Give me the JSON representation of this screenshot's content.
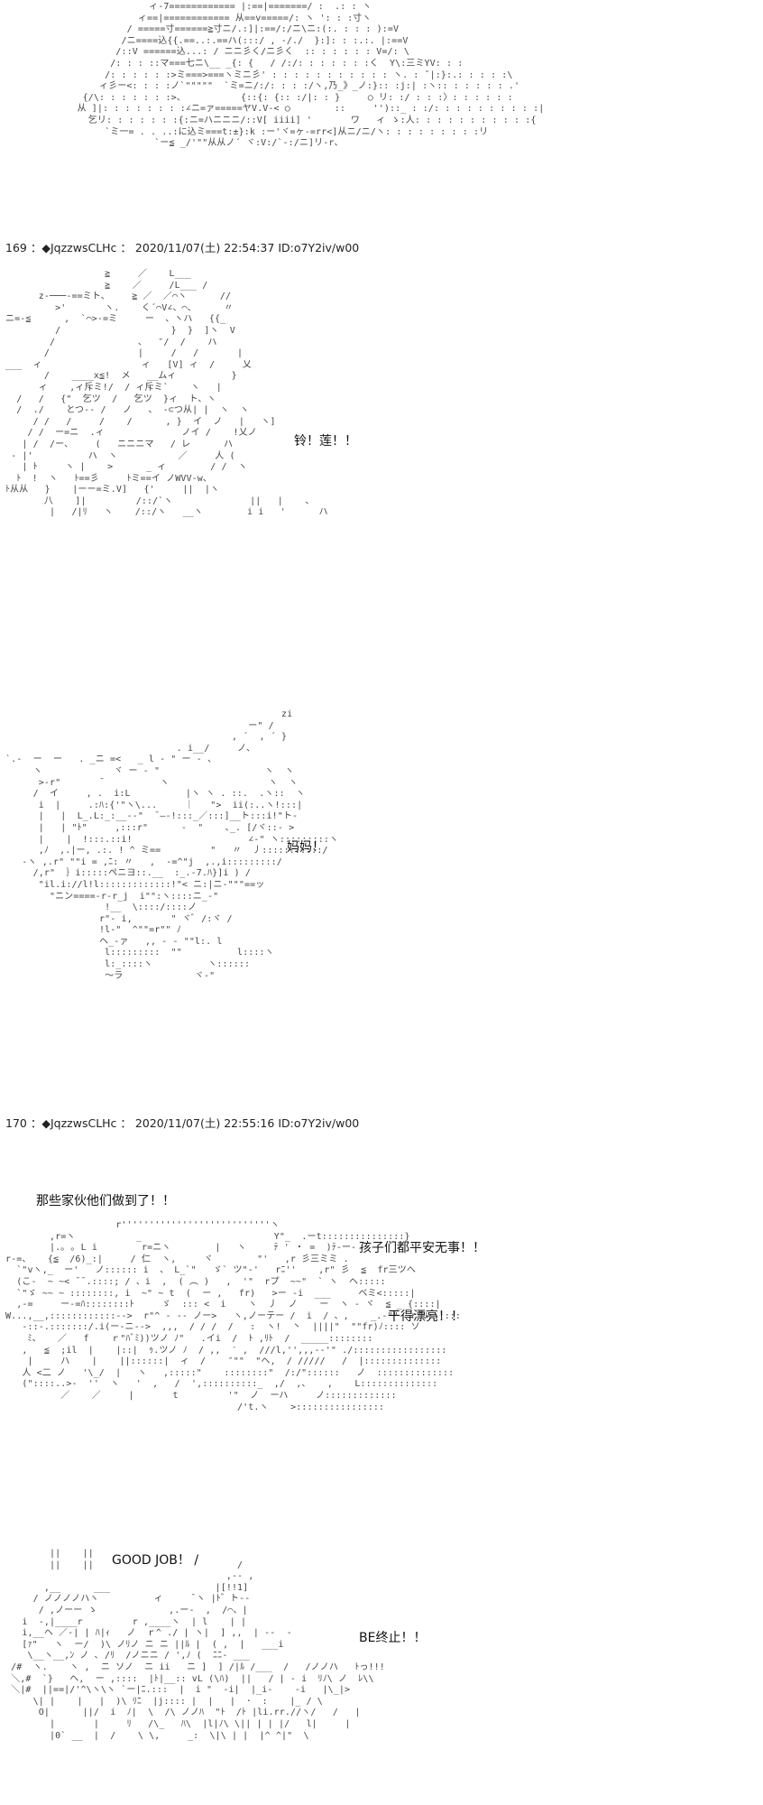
{
  "posts": [
    {
      "number": "169",
      "separator": "：",
      "marker": "◆",
      "trip": "JqzzwsCLHc",
      "sep2": "：",
      "datetime": "2020/11/07(土) 22:54:37",
      "id": "ID:o7Y2iv/w00"
    },
    {
      "number": "170",
      "separator": "：",
      "marker": "◆",
      "trip": "JqzzwsCLHc",
      "sep2": "：",
      "datetime": "2020/11/07(土) 22:55:16",
      "id": "ID:o7Y2iv/w00"
    }
  ],
  "dialogue": {
    "ling_lian": "铃！莲！！",
    "mama": "妈妈！",
    "they_did_it": "那些家伙他们做到了！！",
    "kids_safe": "孩子们都平安无事！！",
    "well_done": "干得漂亮！！",
    "good_job": "GOOD JOB！ /",
    "be_end": "BE终止！！"
  },
  "art": {
    "top": "                          ィ-7============ |:==|=======/ :  .: : ヽ\n                        ィ==|============ 从==v=====/: ヽ ': : :寸ヽ\n                      / =====寸======≧寸ニ/.:]|:==/:/ニ\\ニ:(:. : : : ):=V\n                     /ニ====込{{.==..:.==ハ(:::/ , -/./  }:]: : :.:. |:==V\n                    /::V ======込...: / ニニ彡く/ニ彡く  :: : : : : : V=/: \\\n                   /: : : ::マ===七ニ\\__ _{: {   / /:/: : : : : : :く  Y\\:三ミYV: : :\n                  /: : : : : :>ミ===>===ヽミニ彡' : : : : : : : : : : : ヽ. : ˘|:}:.: : : : :\\\n                 ィ彡ー<: : : :ノ`\"\"\"\"\"  `ミ=ニ/:/: : : :/ヽ,乃_》_ノ:}:: :j:| :ヽ:: : : : : : .'\n              {/\\: : : : : : :>、          {::{: {:: :/|: : }     ○ リ: :/ : : :〉: : : : : :\n             从 ]|: : : : : : : :∠ニ=ァ=====ヤV.V-< ○        ::     '')::_ : :/: : : : : : : : : :|\n               乞リ: : : : : : :{:ニ=ハニニニ/::V[ iiii] '       ワ   ィ ゝ:人: : : : : : : : : : :{\n                  `ミ一= . . ..:に込ミ===t:±}:k :ー'ヾ=ヶ-=rr<]从ニ/ニ/ヽ: : : : : : : : :リ\n                           `ー≦ _/'\"\"从从ノ´ ヾ:V:/`-:/ニ]リ-r、",
    "figure1": "                  ≧     ／    L___\n                  ≧    ／     /L___ /\n      z-───-==ミト、    ≧ ／  ／⌒ヽ      //\n         >'       ヽ.    く´⌒V∠、⌒、     〃\nニ=-≦      ,  `⌒>-=ミ     ー  、ヽハ   {{_\n         /                    }  }  ]ヽ  V\n        /               、  ″/  /    ハ\n       /                |     /   /       |\n___  ィ                  ィ   [V] ィ  /     乂\n       /    ____x≦!  メ   __ムィ          }\n      ィ    ,ィ斥ミ!/  / ィ斥ミ`    ヽ   |\n  /   /   {\"  乞ツ  /   乞ツ  }ィ  ト、ヽ\n  /  ./    とつ-- /   ノ   、 -⊂つ从| |  ヽ  ヽ\n     / /   /     /    /      , }  イ  ノ   |   ヽ]\n    / /  ー=ニ  .ィ              ノイ /    !乂ノ\n   | /  /ー、    (   ニニニマ   / レ      ハ\n - |'          ハ  ヽ           ／     人 (\n   | ﾄ     ヽ |    >      _ ィ        / /  ヽ\n  ﾄ  !  ヽ   ﾄ==彡     ﾄミ==イ ノWVV-w、\nﾄ从从   }    |ーー=ミ.V]   {'     ||  |ヽ\n       八    ]|         /::/`ヽ              ||   |    、\n        |   /|ﾘ   ヽ    /::/ヽ   __ヽ        i i   '      ハ",
    "figure2": "                                                  zi\n                                            ー\" /\n                                         , ´  , ´ }\n                               . i__/     ノ、\n`.‐  ー  ー   . _ニ =<   _ l - \" ー ‐ 、\n     ヽ             ヾ ー ‐ \"                   ヽ  ヽ\n      >-r\"       ̄           ヽ                  ヽ  ヽ\n     /  イ     , .  i:L          |ヽ ヽ . ::.  .ヽ::  ヽ\n      i  |     .:ﾊ:{'\"ヽ\\...     ｜   \">  ii(:..ヽ!:::|\n      |   |  L_.L:_:__‐‐\"  ̄ ―‐!:::_／:::]__ト:::i!\"ト-\n      |   | \"ﾄ\"     ,:::r\"      ‐  \"    ､_. [/ヾ::‐ >\n      |    |  !:::.::i!                     ∠-\" ヽ:::::::::ヽ\n      ,ﾉ  ,.|ー, .:. ! ^ ミ==         \"   〃  丿:::::::::::/\n   -ヽ ,.r\" \"\"i = ,ﾆ: 〃   ,  -=^\"j  ,.,i:::::::::/\n     /,r\"  ｝i:::::ぺニヨ::.__  :_.-7.ﾊ}]i ) /\n      \"il.i://l!l:::::::::::::!\"< ニ:|ニ-\"\"\"==ッ\n        \"ニン====-r-r_j  i\"\":ヽ::::ニ_-\"\n                  !__  \\::::/::::ノ\n                 r\"- i,       \" ヾﾞ /:ヾ /\n                 !l-\"  ^\"\"=r\"\" ﾉ\n                 ヘ_-ァ   ,, - - \"\"l:. l\n                  l:::::::::  \"\"          l::::ヽ\n                  l:_::::ヽ          ヽ::::::\n                  〜ラ             ヾ-\"",
    "figure3": "                    r'''''''''''''''''''''''''''ヽ\n        ,r=ヽ           _                        Y\"_  .ーt:::::::::::::::}\n        |.｡ ｡ L i        r=ニヽ        |   ヽ     ﾃ ' ・ =  )ﾃ-ー-\nr-=、   {≦  /6)_:|     / 仁  ヽ,     ヾ        \"'   ,r 彡三ミミ .\n  `\"vヽ,_  ー'   ノ:::::: i  、 L_`\"   ゞ` ツ\"-'   rﾆ''    ,r\" 彡  ≦  fr三ツへ\n  (こ-  ~ ~< ̄ ̄ .::::; / 、i  ,  ( ︵ )   ,  '\"  rプ  ~~\"  ` ヽ  ヘ:::::\n  `\"ゞ ~~ ~ ::::::::, i  ~\" ~ t  (  ー ,   fr)   >ー -i  ___     ベミ<:::::|\n  ,-=     ー-=ﾊ::::::::ﾄ     ゞ  ::: <  i    ヽ  丿  ノ    ー  ヽ - ヾ  ≦ _ {::::|\nW...,__,::::::::::::-->  r\"^ ‐ -- ノー>   ヽ,ノーテー /  i  / 、,    _.-\"\"  ｒﾕﾘ::::::\n   ‐::-.:::::::/.i(ー‐ニ-->  ,,,  / / /  /   :  ヽ!  丶  ||||\"  \"\"fr)ﾉ:::: ソ\n    ﾐ、   ／   f    ｒ\"ﾊﾞﾐ))ツノ ﾉ\"   .イi  /  ﾄ ,ﾘﾄ  /  _____::::::::\n   ,   ≦  ;il  |    |::|  ｩ.ツノ ﾉ  / ,,  ′ ,  ///l,'',,,--'\" ./:::::::::::::::::\n    |     ハ    |    ||::::::|  ィ  /    ″\"\"  \"ヘ,  / /////   /  |::::::::::::::\n   人 <二 ノ   '\\_/  |   ヽ   ,:::::\"    ::::::::\"  /:/\"::::::   ノ  ::::::::::::::\n   (\"::::..>-  ''  ヽ   '  ,   /  ',::::::::::_  ,/  ,、   ,    L::::::::::::::\n          ／    ／     |       t         '\"  ノ  ーハ     ノ:::::::::::::\n                                          /'t.ヽ    >::::::::::::::::",
    "figure4": "        ||    ||\n        ||    ||                          /\n                                        ,-- ,\n       ,__      ___                   |[!!1]\n     / ノノノノハヽ          ィ     ̄ ヽ |ﾄ゛ト‐‐\n      / ,ノーー ゝ             ,.ー‐  ,  /⌒、|\n   i  -,|____r         r ,____ヽ  | l    | |\n   i,__ヘ ／-| | ﾊ|ｨ   ノ  ｒ^ ./ | ヽ|  ] ,,  | -‐  -\n   [ｧ\"   ヽ  ー/  )\\ ノﾘノ ニ ニ ||ﾙ |  ( ,  |   ___i\n    \\__ヽ__,ﾝ ノ ､ /ﾘ  /ノニニ / ',ﾉ (  ﾆﾆ- ___\n /#  ヽ.    ヽ ,  ニ ソノ  ニ ii   ニ ]  ] /|ﾙ /___  /   /ノノハ   ﾄっ!!!\n ＼,#  `}   ヘ,  ー ,::::  |ﾄ|__:: vL (\\ﾊ)  ||   / | ‐ i  ﾘﾉ\\ ノ  ﾚ\\\\\n ＼|#  ||==|/'^\\ヽ\\ヽ `ー|ﾆ.:::  |  i \"  -i|  |_i-    ‐i   |\\_|>\n     \\| |    |   |  )\\ ﾘﾆ  |j:::: |  |   |  ･  :    |_ / \\\n      O|      ||/  i  ﾉ|  \\  /\\ ノノﾊ  \"ﾄ  /ﾄ |li.rr.//ヽ/   /   |\n        |       |     ﾘ   /\\_   ﾊ\\  |l|ﾉ\\ \\|| | | |/   l|     |\n        |0` __  |  /    \\ \\,     _:  \\|\\ | |  |^ ^|\"  \\"
  }
}
